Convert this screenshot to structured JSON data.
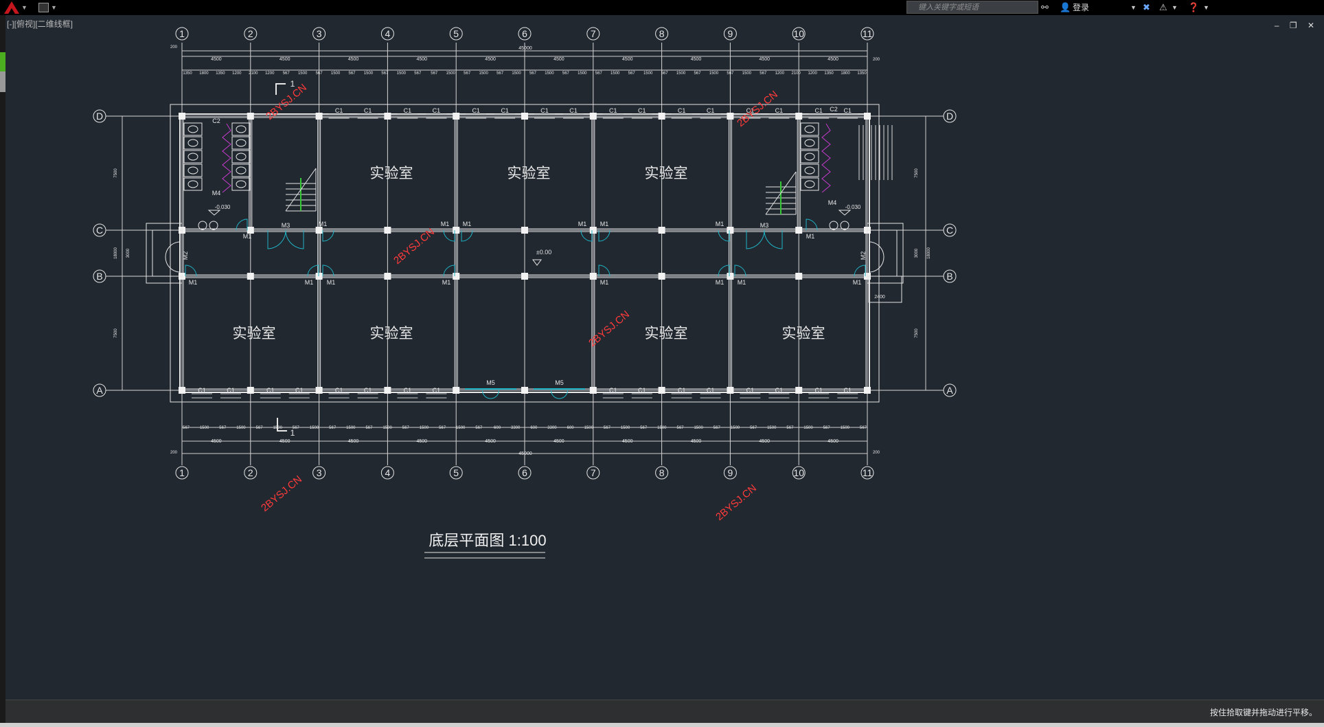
{
  "titlebar": {
    "search_placeholder": "键入关键字或短语",
    "login_label": "登录"
  },
  "viewport_label": "[-][俯视][二维线框]",
  "window_controls": "– ❐ ✕",
  "drawing": {
    "title": "底层平面图 1:100",
    "axis_cols": [
      "1",
      "2",
      "3",
      "4",
      "5",
      "6",
      "7",
      "8",
      "9",
      "10",
      "11"
    ],
    "axis_rows": [
      "A",
      "B",
      "C",
      "D"
    ],
    "total_length": "45000",
    "bay_width": "4500",
    "room_label": "实验室",
    "elevation_floor": "±0.00",
    "elevation_toilet": "-0.030",
    "depth_dims": {
      "d_room": "7500",
      "bc": "3000",
      "total": "18000",
      "cb_ext": "2400"
    },
    "top_detail_dims": [
      "1350",
      "1800",
      "1350",
      "1200",
      "2100",
      "1200",
      "567",
      "1500",
      "567",
      "1500",
      "567",
      "1500",
      "567",
      "1500",
      "567",
      "567",
      "1500",
      "567",
      "1500",
      "567",
      "1500",
      "567",
      "1500",
      "567",
      "1500",
      "567",
      "1500",
      "567",
      "1500",
      "567",
      "1500",
      "567",
      "1500",
      "567",
      "1500",
      "567",
      "1200",
      "2100",
      "1200",
      "1350",
      "1800",
      "1350"
    ],
    "bottom_detail_dims": [
      "567",
      "1500",
      "567",
      "1500",
      "567",
      "1500",
      "567",
      "1500",
      "567",
      "1500",
      "567",
      "1500",
      "567",
      "1500",
      "567",
      "1500",
      "567",
      "600",
      "3300",
      "600",
      "3300",
      "600",
      "1500",
      "567",
      "1500",
      "567",
      "1500",
      "567",
      "1500",
      "567",
      "1500",
      "567",
      "1500",
      "567",
      "1500",
      "567",
      "1500",
      "567"
    ],
    "window_labels": {
      "c1": "C1",
      "c2": "C2"
    },
    "door_labels": {
      "m1": "M1",
      "m2": "M2",
      "m3": "M3",
      "m4": "M4",
      "m5": "M5"
    },
    "small_dims": {
      "d200": "200",
      "d2400": "2400"
    },
    "section_mark": "1",
    "watermark": "2BYSJ.CN"
  },
  "status": {
    "hint": "按住拾取键并拖动进行平移。"
  },
  "colors": {
    "background": "#212830",
    "lines": "#e6e6e6",
    "doors_cyan": "#1fb5c7",
    "fixtures_magenta": "#c73ad0",
    "stair_green": "#37c837",
    "watermark_red": "#ff3b3b"
  }
}
